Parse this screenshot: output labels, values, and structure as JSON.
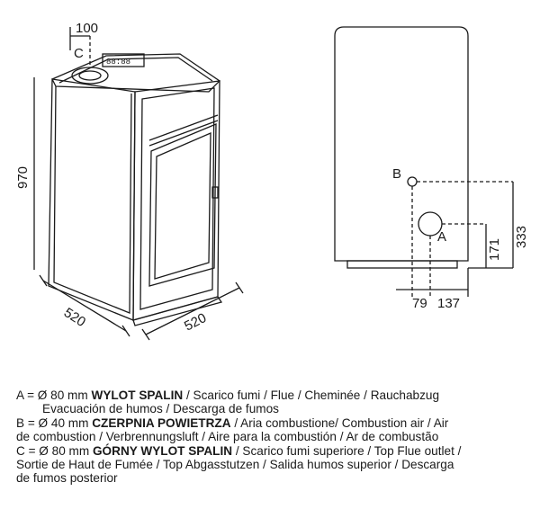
{
  "front_view": {
    "height_label": "970",
    "depth_label": "520",
    "width_label": "520",
    "top_offset_label": "100",
    "outlet_c_label": "C",
    "display_text": "88:88"
  },
  "rear_view": {
    "outlet_b_label": "B",
    "outlet_a_label": "A",
    "height_a_label": "171",
    "height_b_label": "333",
    "offset_a_label": "79",
    "offset_b_label": "137"
  },
  "legend": {
    "a_prefix": "A = Ø 80 mm ",
    "a_bold": "WYLOT SPALIN",
    "a_rest": " / Scarico fumi / Flue / Cheminée / Rauchabzug",
    "a_line2": "Evacuación de humos / Descarga de fumos",
    "b_prefix": "B = Ø 40 mm ",
    "b_bold": "CZERPNIA POWIETRZA",
    "b_rest": " / Aria combustione/ Combustion air / Air",
    "b_line2": "de combustion / Verbrennungsluft / Aire para la combustión / Ar de combustão",
    "c_prefix": "C = Ø 80 mm ",
    "c_bold": "GÓRNY WYLOT SPALIN",
    "c_rest": " /  Scarico fumi superiore / Top Flue outlet /",
    "c_line2": "Sortie de Haut de Fumée / Top Abgasstutzen / Salida humos superior / Descarga",
    "c_line3": "de fumos posterior"
  }
}
